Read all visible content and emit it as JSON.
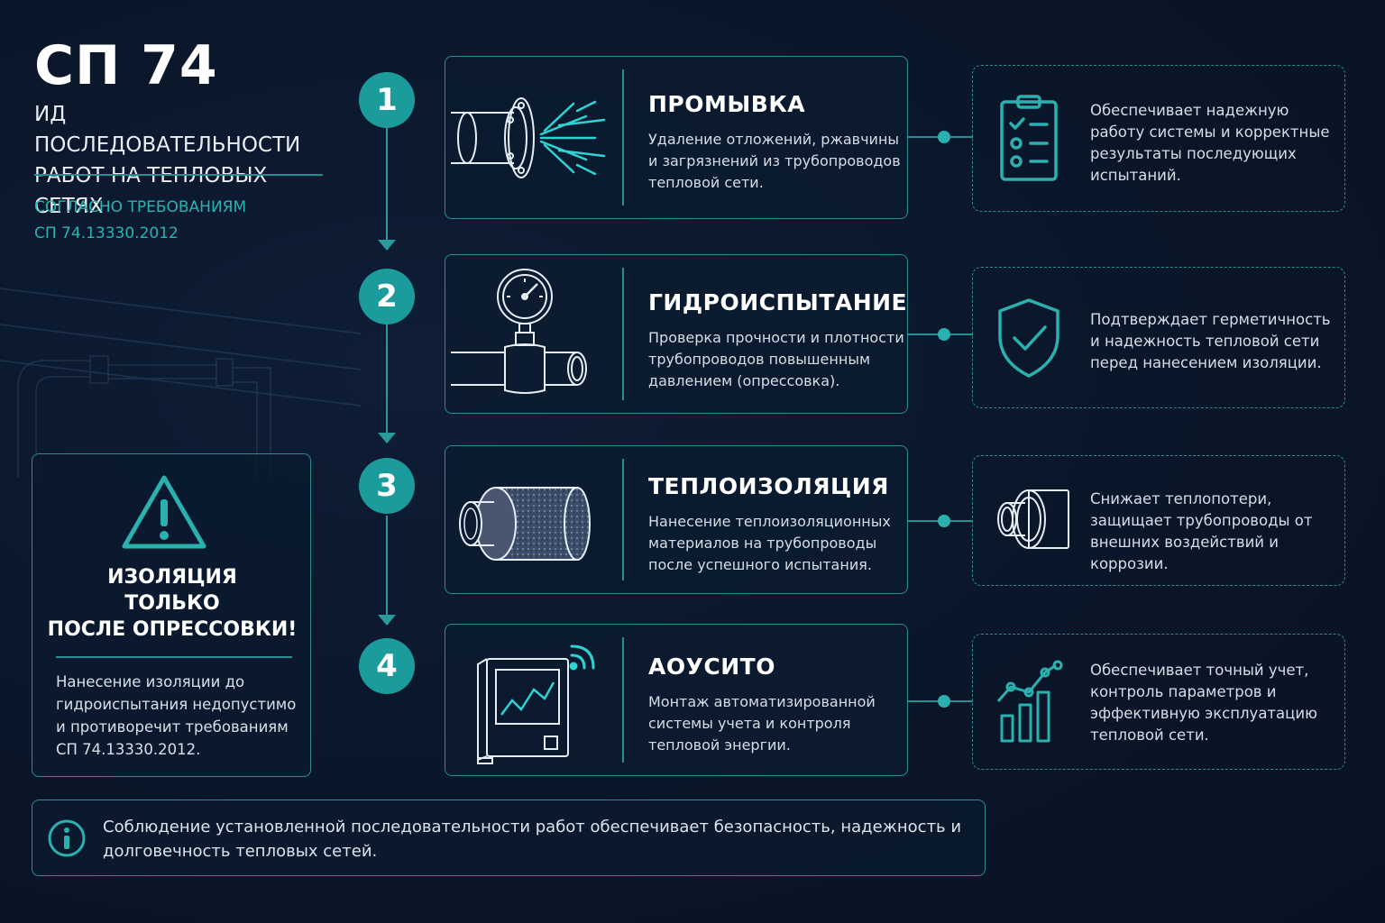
{
  "header": {
    "title": "СП 74",
    "subtitle": "ИД последовательности работ на тепловых сетях",
    "requirement_line1": "СОГЛАСНО ТРЕБОВАНИЯМ",
    "requirement_line2": "СП 74.13330.2012"
  },
  "warning": {
    "title_line1": "ИЗОЛЯЦИЯ",
    "title_line2": "ТОЛЬКО",
    "title_line3": "ПОСЛЕ ОПРЕССОВКИ!",
    "text": "Нанесение изоляции до гидроиспытания недопустимо и противоречит требованиям СП 74.13330.2012."
  },
  "steps": [
    {
      "number": "1",
      "title": "ПРОМЫВКА",
      "description": "Удаление отложений, ржавчины и загрязнений из трубопроводов тепловой сети.",
      "benefit": "Обеспечивает надежную работу системы и корректные результаты последующих испытаний.",
      "benefit_icon": "checklist-icon"
    },
    {
      "number": "2",
      "title": "ГИДРОИСПЫТАНИЕ",
      "description": "Проверка прочности и плотности трубопроводов повышенным давлением (опрессовка).",
      "benefit": "Подтверждает герметичность и надежность тепловой сети перед нанесением изоляции.",
      "benefit_icon": "shield-check-icon"
    },
    {
      "number": "3",
      "title": "ТЕПЛОИЗОЛЯЦИЯ",
      "description": "Нанесение теплоизоляционных материалов на трубопроводы после успешного испытания.",
      "benefit": "Снижает теплопотери, защищает трубопроводы от внешних воздействий и коррозии.",
      "benefit_icon": "insulated-pipe-icon"
    },
    {
      "number": "4",
      "title": "АОУСИТО",
      "description": "Монтаж автоматизированной системы учета и контроля тепловой энергии.",
      "benefit": "Обеспечивает точный учет, контроль параметров и эффективную эксплуатацию тепловой сети.",
      "benefit_icon": "growth-chart-icon"
    }
  ],
  "footer": {
    "text": "Соблюдение установленной последовательности работ обеспечивает безопасность, надежность и долговечность тепловых сетей."
  },
  "colors": {
    "background": "#0a1629",
    "accent": "#1c9b9d",
    "border": "#2a8d92",
    "text": "#d5dee6"
  }
}
